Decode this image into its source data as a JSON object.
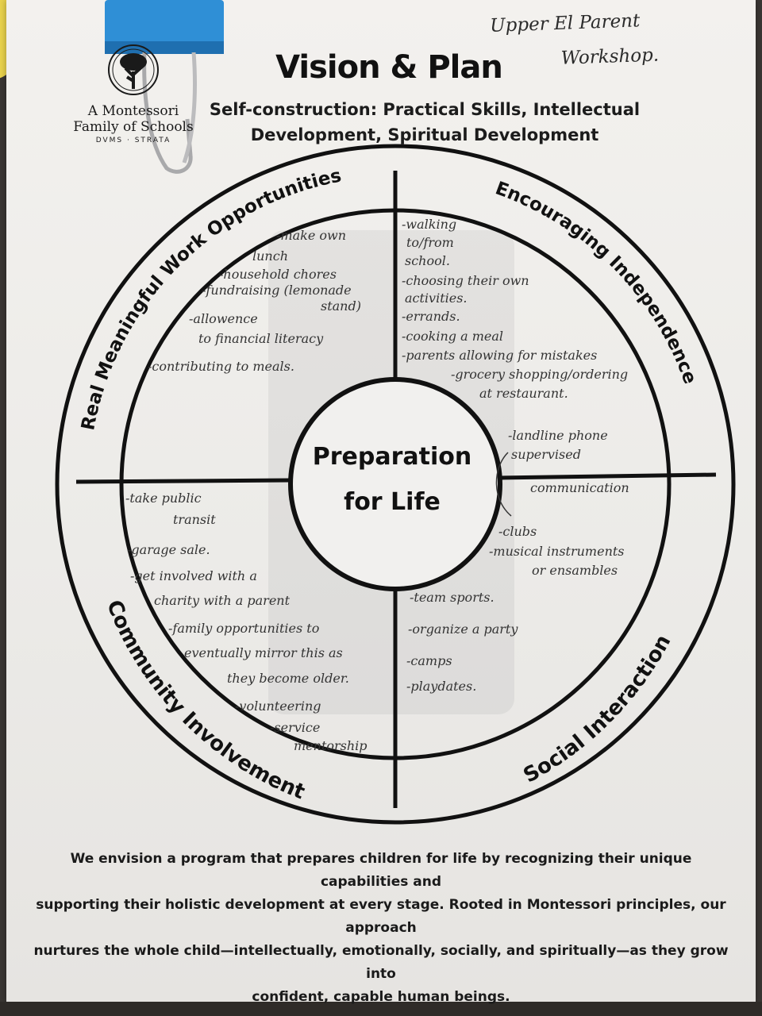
{
  "header": {
    "title": "Vision & Plan",
    "subtitle_line1": "Self-construction: Practical Skills, Intellectual",
    "subtitle_line2": "Development, Spiritual Development",
    "handwritten_note_line1": "Upper El Parent",
    "handwritten_note_line2": "Workshop."
  },
  "logo": {
    "line1": "A Montessori",
    "line2": "Family of Schools",
    "line3": "DVMS · STRATA",
    "icon": "tree-in-circle-icon"
  },
  "wheel": {
    "center_line1": "Preparation",
    "center_line2": "for Life",
    "quadrants": {
      "top_left": {
        "label": "Real Meaningful Work Opportunities",
        "notes": [
          "-make own",
          "lunch",
          "-household chores",
          "-fundraising (lemonade",
          "stand)",
          "-allowence",
          "to financial literacy",
          "-contributing to meals."
        ]
      },
      "top_right": {
        "label": "Encouraging Independence",
        "notes": [
          "-walking",
          "to/from",
          "school.",
          "-choosing their own",
          "activities.",
          "-errands.",
          "-cooking a meal",
          "-parents allowing for mistakes",
          "-grocery shopping/ordering",
          "at restaurant.",
          "-landline phone",
          "supervised"
        ]
      },
      "bottom_left": {
        "label": "Community Involvement",
        "notes": [
          "-take public",
          "transit",
          "-garage sale.",
          "-get involved with a",
          "charity with a parent",
          "-family opportunities to",
          "eventually mirror this as",
          "they become older.",
          "-volunteering",
          "-service",
          "mentorship"
        ]
      },
      "bottom_right": {
        "label": "Social Interaction",
        "notes": [
          "communication",
          "-clubs",
          "-musical instruments",
          "or ensambles",
          "-team sports.",
          "-organize a party",
          "-camps",
          "-playdates."
        ]
      }
    }
  },
  "footer": {
    "line1": "We envision a program that prepares children for life by recognizing their unique capabilities and",
    "line2": "supporting their holistic development at every stage. Rooted in Montessori principles, our approach",
    "line3": "nurtures the whole child—intellectually, emotionally, socially, and spiritually—as they grow into",
    "line4": "confident, capable human beings."
  },
  "colors": {
    "paper": "#efedea",
    "ink": "#111111",
    "clip": "#2f8fd6",
    "pencil": "#333333"
  }
}
